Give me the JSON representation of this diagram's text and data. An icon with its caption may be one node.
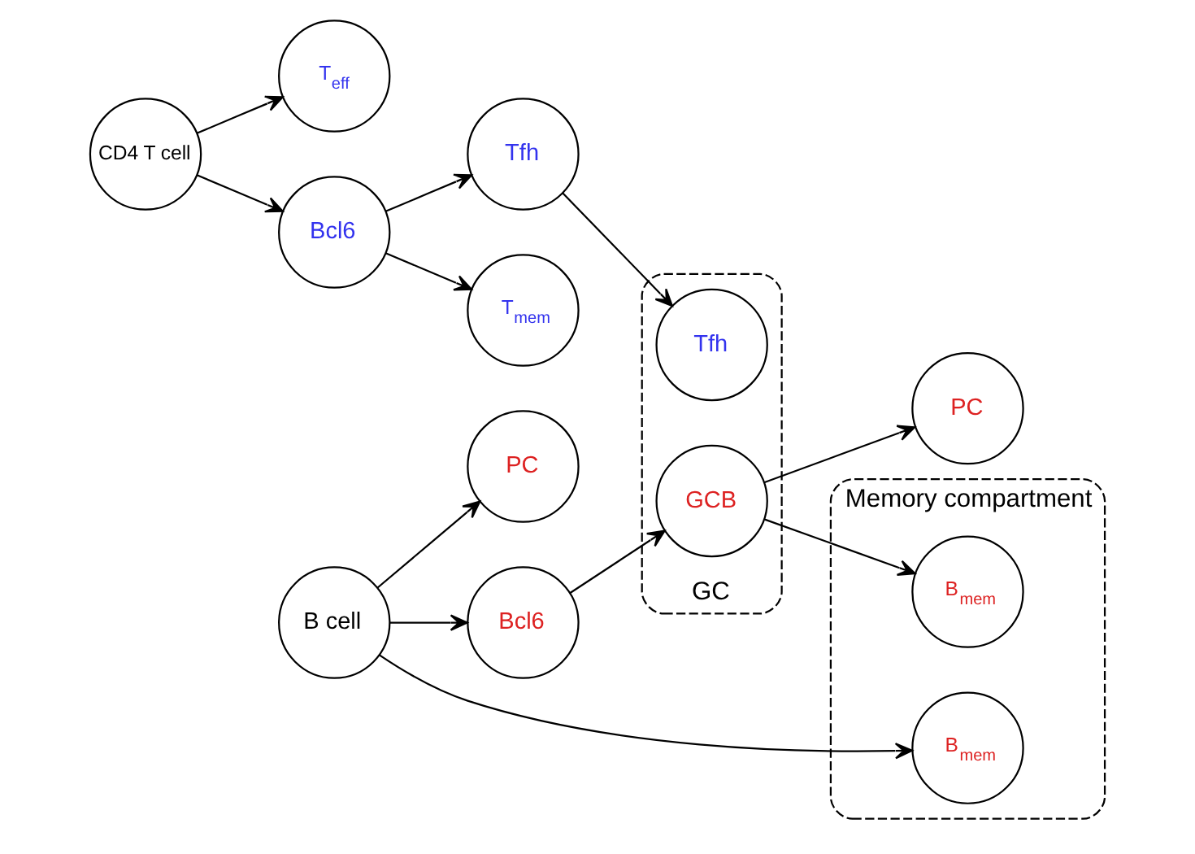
{
  "diagram": {
    "nodes": [
      {
        "text": [
          "CD4 T cell"
        ]
      },
      {
        "text": [
          "T$_{eff}$"
        ]
      },
      {
        "text": [
          "Bcl6"
        ]
      },
      {
        "text": [
          "Tfh"
        ]
      },
      {
        "text": [
          "T$_{mem}$"
        ]
      },
      {
        "text": [
          "B cell"
        ]
      },
      {
        "text": [
          "PC"
        ]
      },
      {
        "text": [
          "Memory compartment"
        ]
      },
      {
        "text": [
          "B$_{mem}$"
        ],
        "in": 7
      },
      {
        "text": [
          "B$_{mem}$"
        ],
        "in": 7
      },
      {
        "text": [
          "Bcl6"
        ]
      },
      {
        "text": [
          "GC"
        ]
      },
      {
        "text": [
          "GCB"
        ],
        "in": 11
      },
      {
        "text": [
          "Tfh"
        ],
        "in": 11
      },
      {
        "text": [
          "PC"
        ]
      }
    ],
    "edges": [
      {
        "from": 0,
        "to": 1,
        "arrow": "to"
      },
      {
        "from": 0,
        "to": 2,
        "arrow": "to"
      },
      {
        "from": 2,
        "to": 3,
        "arrow": "to"
      },
      {
        "from": 2,
        "to": 4,
        "arrow": "to"
      },
      {
        "from": 3,
        "to": 13,
        "arrow": "to"
      },
      {
        "from": 5,
        "to": 6,
        "arrow": "to"
      },
      {
        "from": 5,
        "to": 8,
        "arrow": "to"
      },
      {
        "from": 5,
        "to": 10,
        "arrow": "to"
      },
      {
        "from": 10,
        "to": 12,
        "arrow": "to"
      },
      {
        "from": 12,
        "to": 9,
        "arrow": "to"
      },
      {
        "from": 12,
        "to": 14,
        "arrow": "to"
      }
    ]
  }
}
